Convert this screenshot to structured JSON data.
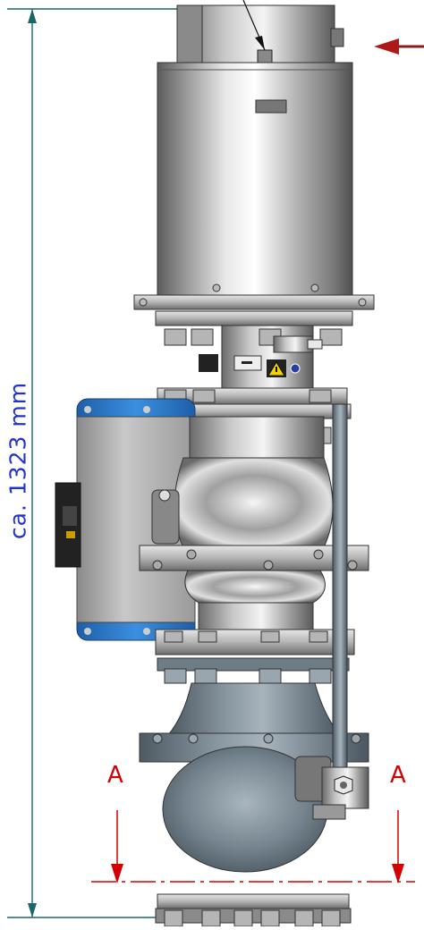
{
  "dimension": {
    "overall_height_label": "ca. 1323 mm"
  },
  "section": {
    "left_label": "A",
    "right_label": "A"
  },
  "colors": {
    "dimension_line": "#1a6666",
    "dimension_text": "#2233cc",
    "section_marks": "#d40000",
    "actuator_steel": "#9a9a9a",
    "rotary_actuator_blue": "#2f7fd0",
    "valve_body_grey": "#70808a"
  },
  "icons": [
    "warning-triangle-icon",
    "arrow-left-icon"
  ]
}
